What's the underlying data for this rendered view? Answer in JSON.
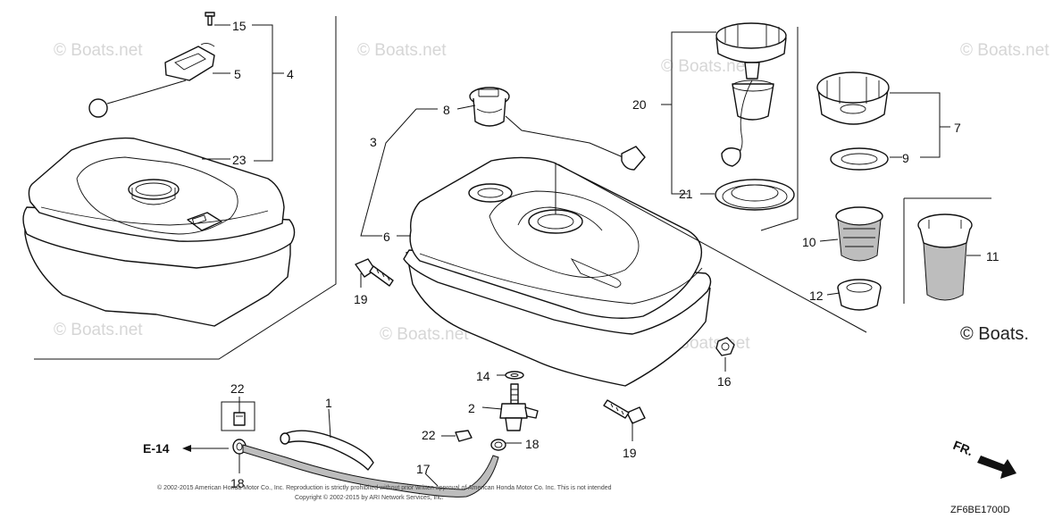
{
  "watermark": {
    "text": "© Boats.net",
    "corner_text": "© Boats."
  },
  "callouts": [
    {
      "id": "c15",
      "text": "15"
    },
    {
      "id": "c5",
      "text": "5"
    },
    {
      "id": "c4",
      "text": "4"
    },
    {
      "id": "c23",
      "text": "23"
    },
    {
      "id": "c8",
      "text": "8"
    },
    {
      "id": "c3",
      "text": "3"
    },
    {
      "id": "c6",
      "text": "6"
    },
    {
      "id": "c19a",
      "text": "19"
    },
    {
      "id": "c20",
      "text": "20"
    },
    {
      "id": "c21",
      "text": "21"
    },
    {
      "id": "c7",
      "text": "7"
    },
    {
      "id": "c9",
      "text": "9"
    },
    {
      "id": "c10",
      "text": "10"
    },
    {
      "id": "c11",
      "text": "11"
    },
    {
      "id": "c12",
      "text": "12"
    },
    {
      "id": "c16",
      "text": "16"
    },
    {
      "id": "c14",
      "text": "14"
    },
    {
      "id": "c2",
      "text": "2"
    },
    {
      "id": "c22a",
      "text": "22"
    },
    {
      "id": "c22b",
      "text": "22"
    },
    {
      "id": "c1",
      "text": "1"
    },
    {
      "id": "c17",
      "text": "17"
    },
    {
      "id": "c18a",
      "text": "18"
    },
    {
      "id": "c18b",
      "text": "18"
    },
    {
      "id": "c19b",
      "text": "19"
    }
  ],
  "reference": "E-14",
  "front_marker": "FR.",
  "diagram_code": "ZF6BE1700D",
  "copyright": "© 2002-2015 American Honda Motor Co., Inc. Reproduction is strictly prohibited without prior written approval of American Honda Motor Co. Inc. This is not intended",
  "copyright_line2": "Copyright © 2002-2015 by ARI Network Services, Inc."
}
